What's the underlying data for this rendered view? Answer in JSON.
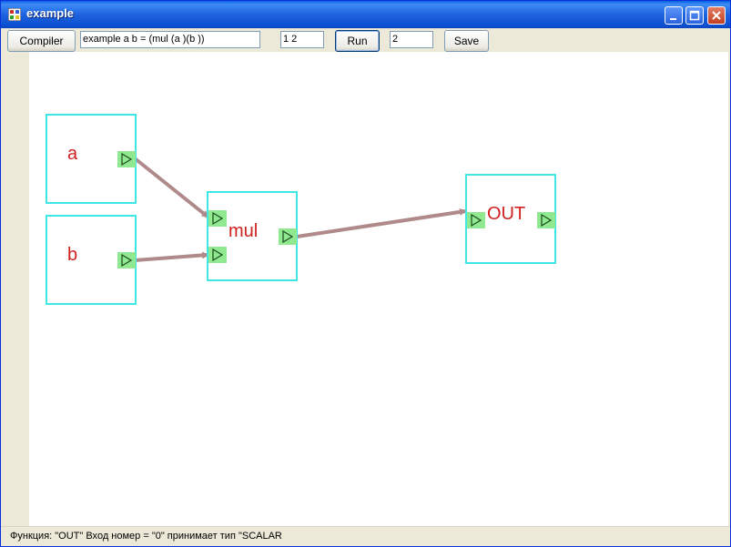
{
  "window": {
    "title": "example"
  },
  "toolbar": {
    "compiler_label": "Compiler",
    "expression_value": "example a b = (mul (a )(b ))",
    "args_value": "1 2",
    "run_label": "Run",
    "result_value": "2",
    "save_label": "Save"
  },
  "nodes": {
    "a": {
      "label": "a"
    },
    "b": {
      "label": "b"
    },
    "mul": {
      "label": "mul"
    },
    "out": {
      "label": "OUT"
    }
  },
  "status": {
    "text": "Функция: \"OUT\" Вход номер = \"0\" принимает тип \"SCALAR"
  },
  "colors": {
    "node_border": "#3fe6e6",
    "node_label": "#d02020",
    "port_fill": "#90e890",
    "wire": "#b08a8a"
  },
  "icons": [
    "app-icon",
    "minimize-icon",
    "maximize-icon",
    "close-icon",
    "port-arrow-icon"
  ]
}
